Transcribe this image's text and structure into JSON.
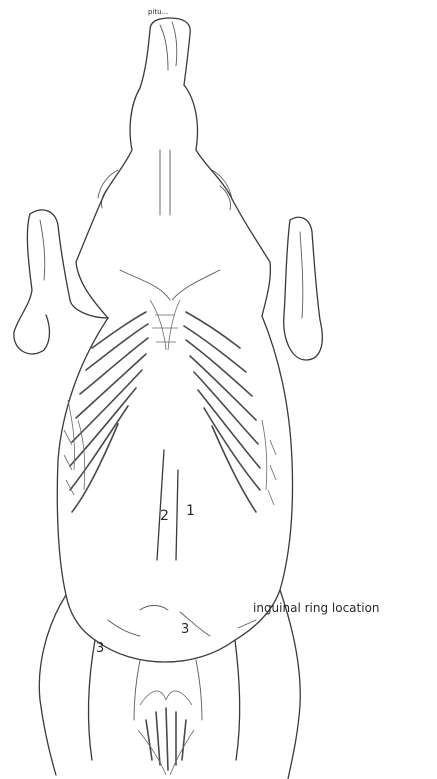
{
  "labels": {
    "top": "pitu...",
    "line_1": "1",
    "line_2": "2",
    "mark_3_right": "3",
    "mark_3_left": "3",
    "annotation": "inguinal ring location"
  }
}
